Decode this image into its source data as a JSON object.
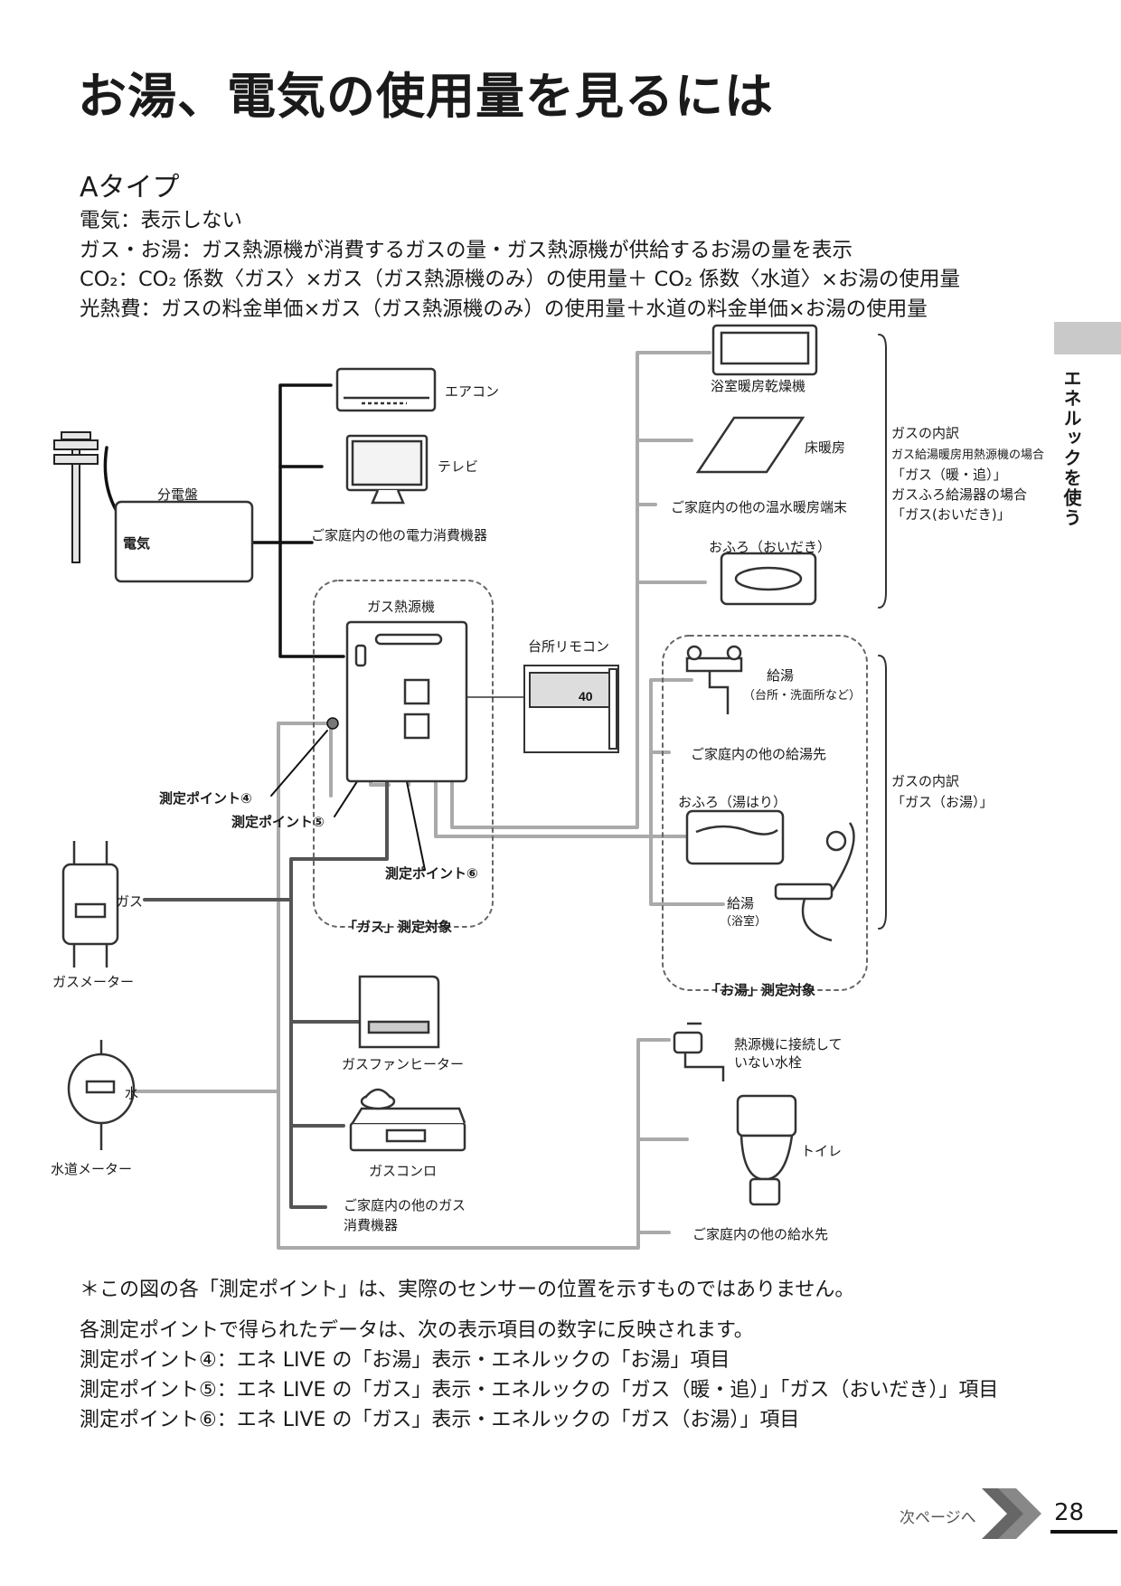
{
  "title": "お湯、電気の使用量を見るには",
  "subtitle": "Aタイプ",
  "description": [
    "電気：表示しない",
    "ガス・お湯：ガス熱源機が消費するガスの量・ガス熱源機が供給するお湯の量を表示",
    "CO₂：CO₂ 係数〈ガス〉×ガス（ガス熱源機のみ）の使用量＋ CO₂ 係数〈水道〉×お湯の使用量",
    "光熱費：ガスの料金単価×ガス（ガス熱源機のみ）の使用量＋水道の料金単価×お湯の使用量"
  ],
  "side_label": "エネルックを使う",
  "diagram": {
    "aircon": "エアコン",
    "tv": "テレビ",
    "panel": "分電盤",
    "electric": "電気",
    "other_electric": "ご家庭内の他の電力消費機器",
    "heater": "ガス熱源機",
    "remote": "台所リモコン",
    "remote_temp": "40",
    "bath_dryer": "浴室暖房乾燥機",
    "floor_heating": "床暖房",
    "other_hot_water_heating": "ご家庭内の他の温水暖房端末",
    "bath_reheat": "おふろ（おいだき）",
    "gas_breakdown_title_1": "ガスの内訳",
    "gas_breakdown_line_1": "ガス給湯暖房用熱源機の場合",
    "gas_breakdown_line_2": "「ガス（暖・追）」",
    "gas_breakdown_line_3": "ガスふろ給湯器の場合",
    "gas_breakdown_line_4": "「ガス(おいだき)」",
    "hot_supply": "給湯",
    "hot_supply_sub": "（台所・洗面所など）",
    "other_hot_supply": "ご家庭内の他の給湯先",
    "bath_fill": "おふろ（湯はり）",
    "shower_supply": "給湯",
    "shower_supply_sub": "（浴室）",
    "gas_breakdown_title_2": "ガスの内訳",
    "gas_breakdown_2": "「ガス（お湯）」",
    "gas_target": "「ガス」測定対象",
    "hot_target": "「お湯」測定対象",
    "point4": "測定ポイント④",
    "point5": "測定ポイント⑤",
    "point6": "測定ポイント⑥",
    "gas": "ガス",
    "gas_meter": "ガスメーター",
    "water": "水",
    "water_meter": "水道メーター",
    "fan_heater": "ガスファンヒーター",
    "stove": "ガスコンロ",
    "other_gas_1": "ご家庭内の他のガス",
    "other_gas_2": "消費機器",
    "faucet_1": "熱源機に接続して",
    "faucet_2": "いない水栓",
    "toilet": "トイレ",
    "other_water": "ご家庭内の他の給水先"
  },
  "note": "＊この図の各「測定ポイント」は、実際のセンサーの位置を示すものではありません。",
  "body": [
    "各測定ポイントで得られたデータは、次の表示項目の数字に反映されます。",
    "測定ポイント④：エネ LIVE の「お湯」表示・エネルックの「お湯」項目",
    "測定ポイント⑤：エネ LIVE の「ガス」表示・エネルックの「ガス（暖・追）」「ガス（おいだき）」項目",
    "測定ポイント⑥：エネ LIVE の「ガス」表示・エネルックの「ガス（お湯）」項目"
  ],
  "footer_next": "次ページへ",
  "page_number": "28"
}
